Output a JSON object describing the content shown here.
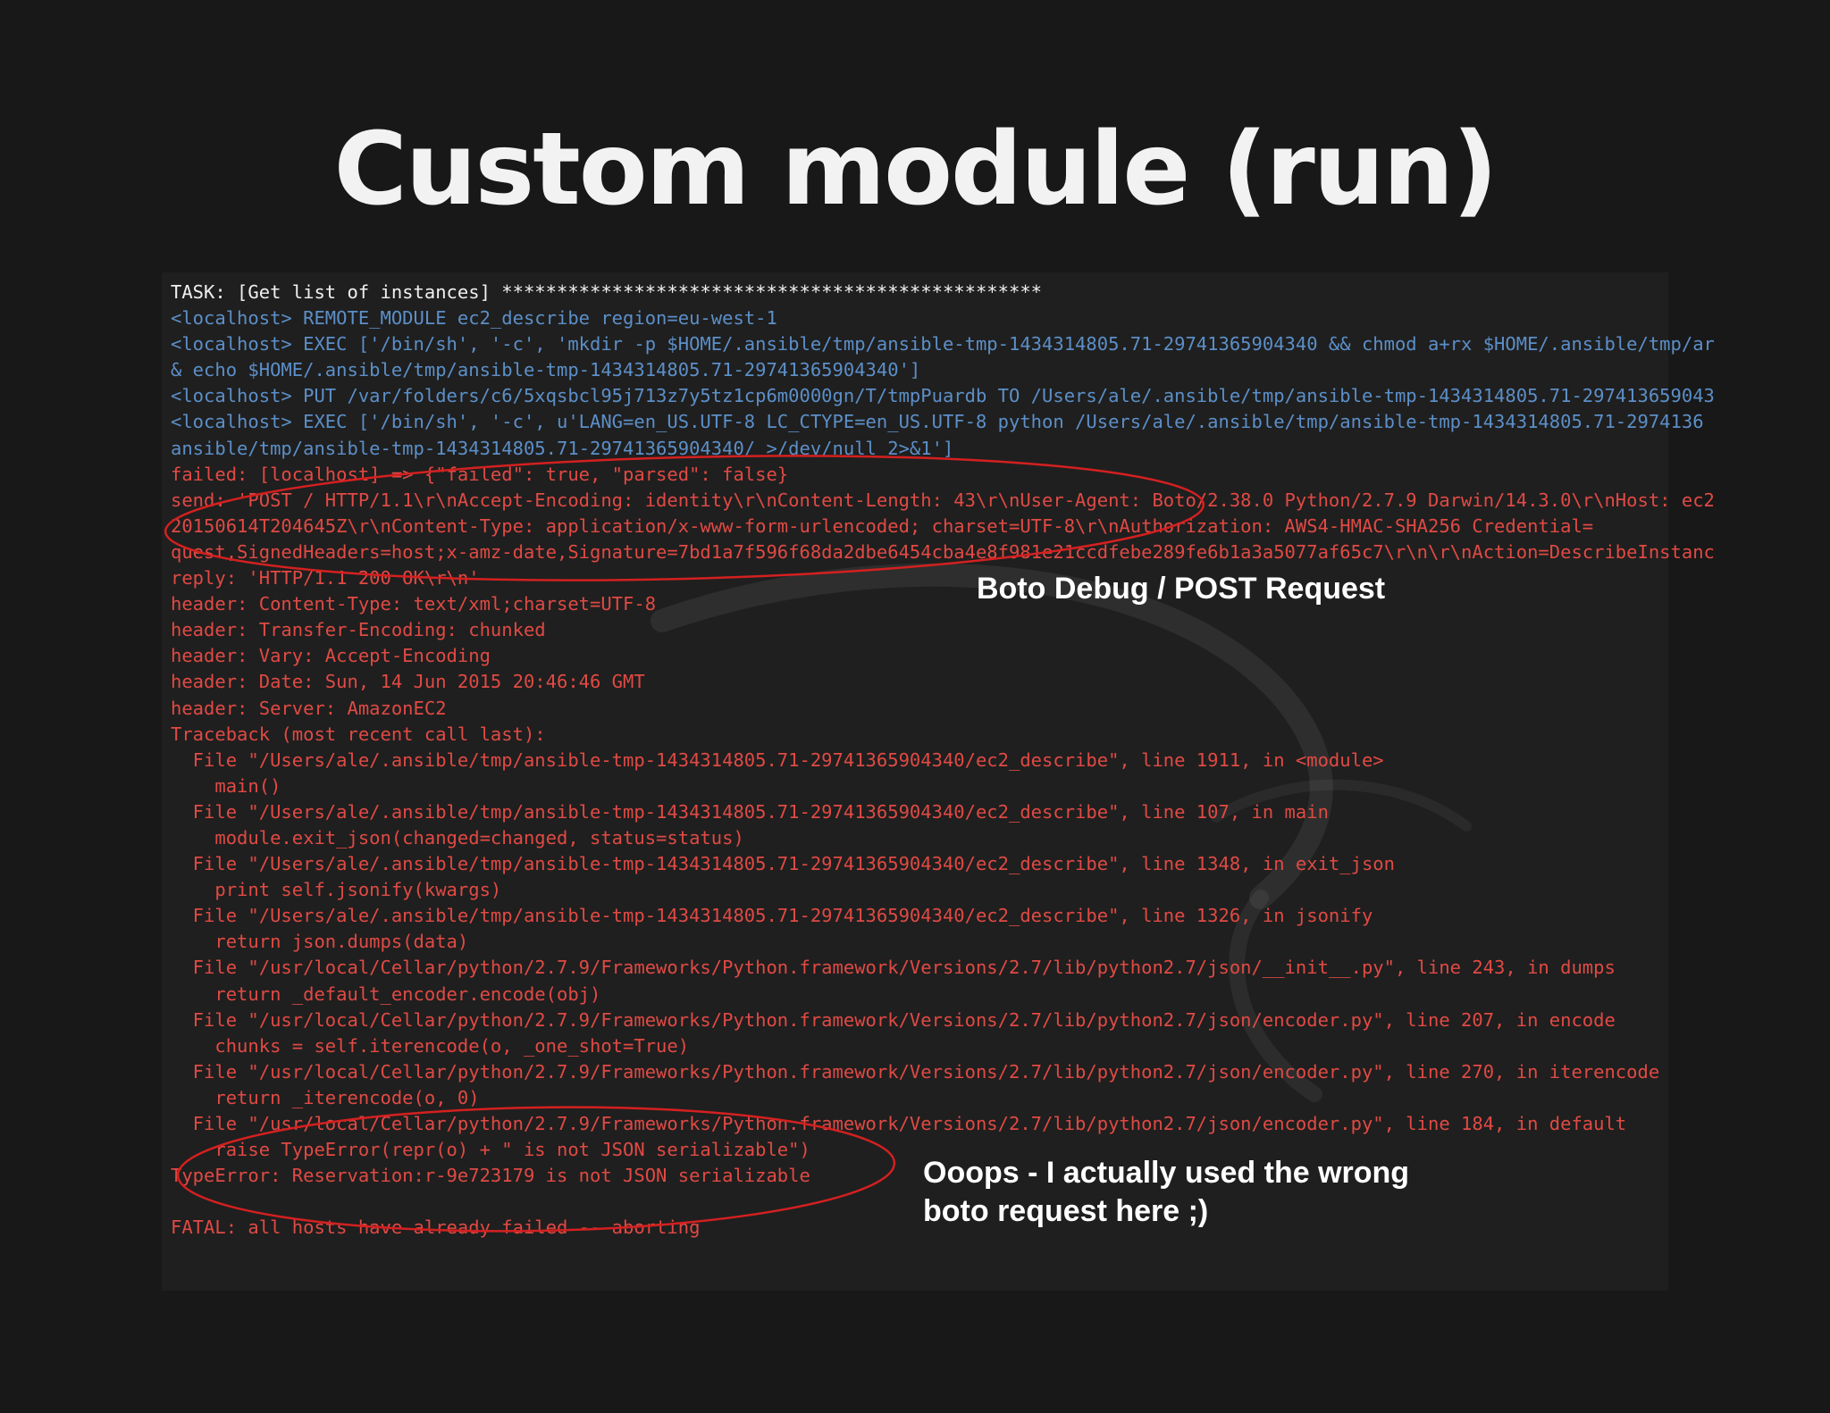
{
  "slide": {
    "title": "Custom module (run)"
  },
  "terminal": {
    "lines": [
      {
        "color": "white",
        "text": "TASK: [Get list of instances] *************************************************"
      },
      {
        "color": "blue",
        "text": "<localhost> REMOTE_MODULE ec2_describe region=eu-west-1"
      },
      {
        "color": "blue",
        "text": "<localhost> EXEC ['/bin/sh', '-c', 'mkdir -p $HOME/.ansible/tmp/ansible-tmp-1434314805.71-29741365904340 && chmod a+rx $HOME/.ansible/tmp/ar"
      },
      {
        "color": "blue",
        "text": "& echo $HOME/.ansible/tmp/ansible-tmp-1434314805.71-29741365904340']"
      },
      {
        "color": "blue",
        "text": "<localhost> PUT /var/folders/c6/5xqsbcl95j713z7y5tz1cp6m0000gn/T/tmpPuardb TO /Users/ale/.ansible/tmp/ansible-tmp-1434314805.71-297413659043"
      },
      {
        "color": "blue",
        "text": "<localhost> EXEC ['/bin/sh', '-c', u'LANG=en_US.UTF-8 LC_CTYPE=en_US.UTF-8 python /Users/ale/.ansible/tmp/ansible-tmp-1434314805.71-2974136"
      },
      {
        "color": "blue",
        "text": "ansible/tmp/ansible-tmp-1434314805.71-29741365904340/ >/dev/null 2>&1']"
      },
      {
        "color": "red",
        "text": "failed: [localhost] => {\"failed\": true, \"parsed\": false}"
      },
      {
        "color": "red",
        "text": "send: 'POST / HTTP/1.1\\r\\nAccept-Encoding: identity\\r\\nContent-Length: 43\\r\\nUser-Agent: Boto/2.38.0 Python/2.7.9 Darwin/14.3.0\\r\\nHost: ec2"
      },
      {
        "color": "red",
        "text": "20150614T204645Z\\r\\nContent-Type: application/x-www-form-urlencoded; charset=UTF-8\\r\\nAuthorization: AWS4-HMAC-SHA256 Credential="
      },
      {
        "color": "red",
        "text": "quest,SignedHeaders=host;x-amz-date,Signature=7bd1a7f596f68da2dbe6454cba4e8f981e21ccdfebe289fe6b1a3a5077af65c7\\r\\n\\r\\nAction=DescribeInstanc"
      },
      {
        "color": "red",
        "text": "reply: 'HTTP/1.1 200 OK\\r\\n'"
      },
      {
        "color": "red",
        "text": "header: Content-Type: text/xml;charset=UTF-8"
      },
      {
        "color": "red",
        "text": "header: Transfer-Encoding: chunked"
      },
      {
        "color": "red",
        "text": "header: Vary: Accept-Encoding"
      },
      {
        "color": "red",
        "text": "header: Date: Sun, 14 Jun 2015 20:46:46 GMT"
      },
      {
        "color": "red",
        "text": "header: Server: AmazonEC2"
      },
      {
        "color": "red",
        "text": "Traceback (most recent call last):"
      },
      {
        "color": "red",
        "text": "  File \"/Users/ale/.ansible/tmp/ansible-tmp-1434314805.71-29741365904340/ec2_describe\", line 1911, in <module>"
      },
      {
        "color": "red",
        "text": "    main()"
      },
      {
        "color": "red",
        "text": "  File \"/Users/ale/.ansible/tmp/ansible-tmp-1434314805.71-29741365904340/ec2_describe\", line 107, in main"
      },
      {
        "color": "red",
        "text": "    module.exit_json(changed=changed, status=status)"
      },
      {
        "color": "red",
        "text": "  File \"/Users/ale/.ansible/tmp/ansible-tmp-1434314805.71-29741365904340/ec2_describe\", line 1348, in exit_json"
      },
      {
        "color": "red",
        "text": "    print self.jsonify(kwargs)"
      },
      {
        "color": "red",
        "text": "  File \"/Users/ale/.ansible/tmp/ansible-tmp-1434314805.71-29741365904340/ec2_describe\", line 1326, in jsonify"
      },
      {
        "color": "red",
        "text": "    return json.dumps(data)"
      },
      {
        "color": "red",
        "text": "  File \"/usr/local/Cellar/python/2.7.9/Frameworks/Python.framework/Versions/2.7/lib/python2.7/json/__init__.py\", line 243, in dumps"
      },
      {
        "color": "red",
        "text": "    return _default_encoder.encode(obj)"
      },
      {
        "color": "red",
        "text": "  File \"/usr/local/Cellar/python/2.7.9/Frameworks/Python.framework/Versions/2.7/lib/python2.7/json/encoder.py\", line 207, in encode"
      },
      {
        "color": "red",
        "text": "    chunks = self.iterencode(o, _one_shot=True)"
      },
      {
        "color": "red",
        "text": "  File \"/usr/local/Cellar/python/2.7.9/Frameworks/Python.framework/Versions/2.7/lib/python2.7/json/encoder.py\", line 270, in iterencode"
      },
      {
        "color": "red",
        "text": "    return _iterencode(o, 0)"
      },
      {
        "color": "red",
        "text": "  File \"/usr/local/Cellar/python/2.7.9/Frameworks/Python.framework/Versions/2.7/lib/python2.7/json/encoder.py\", line 184, in default"
      },
      {
        "color": "red",
        "text": "    raise TypeError(repr(o) + \" is not JSON serializable\")"
      },
      {
        "color": "red",
        "text": "TypeError: Reservation:r-9e723179 is not JSON serializable"
      },
      {
        "color": "blank",
        "text": ""
      },
      {
        "color": "red",
        "text": "FATAL: all hosts have already failed -- aborting"
      }
    ]
  },
  "annotations": {
    "boto_debug": "Boto Debug / POST Request",
    "oops_line1": "Ooops - I actually used the wrong",
    "oops_line2": "boto request here ;)"
  },
  "colors": {
    "slide_background": "#181818",
    "terminal_background": "#1f1f1f",
    "text_white": "#f0f0f0",
    "text_blue": "#5c8fc8",
    "text_red": "#e04a44",
    "highlight_ellipse": "#d42020"
  }
}
